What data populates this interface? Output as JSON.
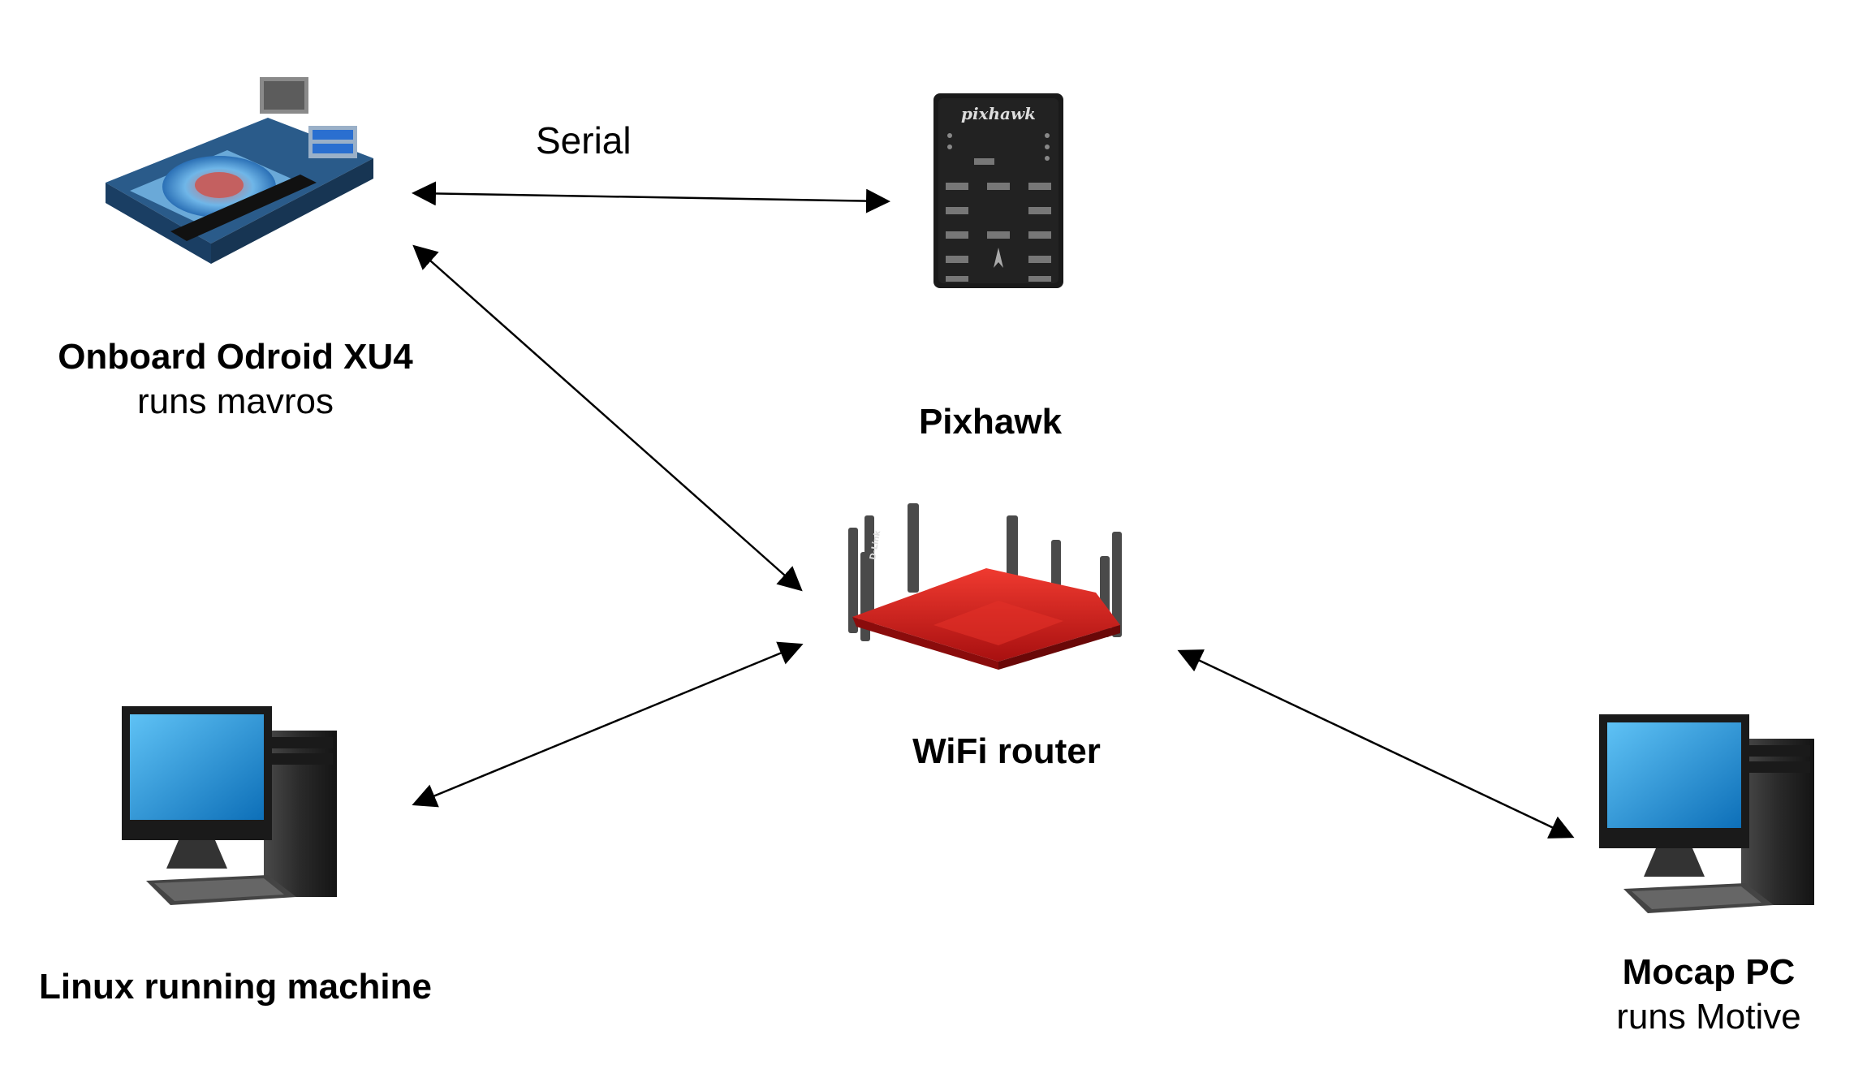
{
  "labels": {
    "odroid": {
      "title": "Onboard Odroid XU4",
      "subtitle": "runs mavros"
    },
    "pixhawk": {
      "title": "Pixhawk"
    },
    "router": {
      "title": "WiFi router"
    },
    "linux": {
      "title": "Linux running machine"
    },
    "mocap": {
      "title": "Mocap PC",
      "subtitle": "runs Motive"
    }
  },
  "edges": {
    "serial_label": "Serial"
  },
  "devices": {
    "pixhawk_brand": "pixhawk",
    "router_brand": "D-Link"
  },
  "colors": {
    "arrow": "#000000",
    "router_body": "#d41c1c",
    "pixhawk_body": "#1a1a1a",
    "monitor_screen": "#1a8fd6",
    "board_pcb": "#2a5b8a"
  }
}
